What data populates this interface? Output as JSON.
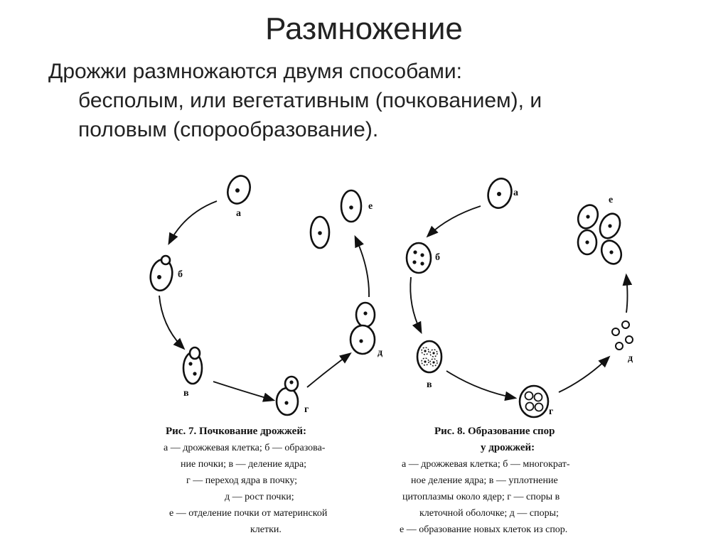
{
  "title": "Размножение",
  "intro": {
    "line1": "Дрожжи размножаются двумя способами:",
    "line2": "бесполым, или вегетативным (почкованием), и",
    "line3": "половым (спорообразование)."
  },
  "fig7": {
    "labels": {
      "a": "а",
      "b": "б",
      "v": "в",
      "g": "г",
      "d": "д",
      "e": "е"
    },
    "caption_title": "Рис. 7. Почкование дрожжей:",
    "caption_lines": [
      "а — дрожжевая клетка; б — образова-",
      "ние почки; в — деление ядра;",
      "г — переход ядра в почку;",
      "д — рост почки;",
      "е — отделение почки от материнской",
      "клетки."
    ]
  },
  "fig8": {
    "labels": {
      "a": "а",
      "b": "б",
      "v": "в",
      "g": "г",
      "d": "д",
      "e": "е"
    },
    "caption_title_1": "Рис. 8. Образование спор",
    "caption_title_2": "у дрожжей:",
    "caption_lines": [
      "а — дрожжевая клетка; б — многократ-",
      "ное деление ядра; в — уплотнение",
      "цитоплазмы около ядер; г — споры в",
      "клеточной оболочке; д — споры;",
      "е — образование новых клеток из спор."
    ]
  },
  "colors": {
    "ink": "#111111",
    "text": "#222222",
    "background": "#ffffff"
  }
}
